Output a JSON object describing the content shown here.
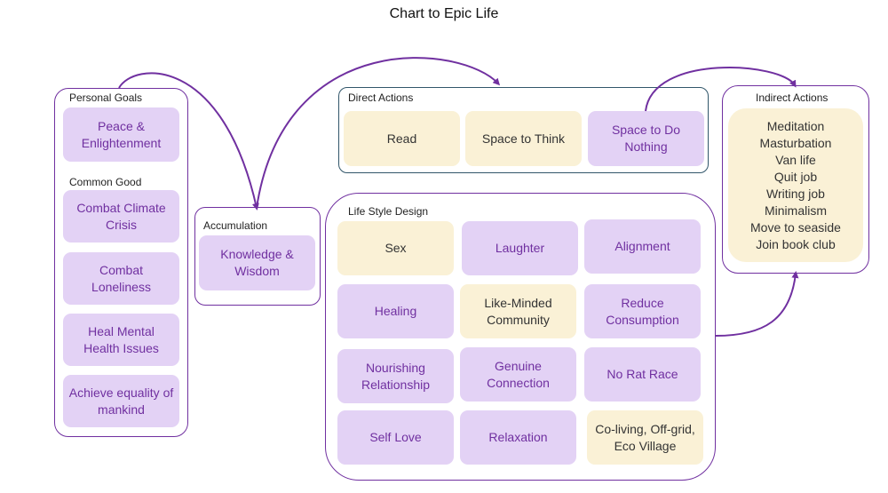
{
  "title": "Chart to Epic Life",
  "groups": {
    "personal_goals": {
      "label": "Personal Goals",
      "items": [
        "Peace & Enlightenment"
      ],
      "common_good_label": "Common Good",
      "common_good_items": [
        "Combat Climate Crisis",
        "Combat Loneliness",
        "Heal Mental Health Issues",
        "Achieve equality of mankind"
      ]
    },
    "accumulation": {
      "label": "Accumulation",
      "items": [
        "Knowledge & Wisdom"
      ]
    },
    "direct_actions": {
      "label": "Direct Actions",
      "items": [
        "Read",
        "Space to Think",
        "Space to Do Nothing"
      ]
    },
    "life_style_design": {
      "label": "Life Style Design",
      "items": [
        "Sex",
        "Laughter",
        "Alignment",
        "Healing",
        "Like-Minded Community",
        "Reduce Consumption",
        "Nourishing Relationship",
        "Genuine Connection",
        "No Rat Race",
        "Self Love",
        "Relaxation",
        "Co-living, Off-grid, Eco Village"
      ]
    },
    "indirect_actions": {
      "label": "Indirect Actions",
      "items": [
        "Meditation",
        "Masturbation",
        "Van life",
        "Quit job",
        "Writing job",
        "Minimalism",
        "Move to seaside",
        "Join book club"
      ]
    }
  },
  "colors": {
    "accent": "#7030a0",
    "purple_box": "#e3d2f5",
    "cream_box": "#faf1d6"
  }
}
